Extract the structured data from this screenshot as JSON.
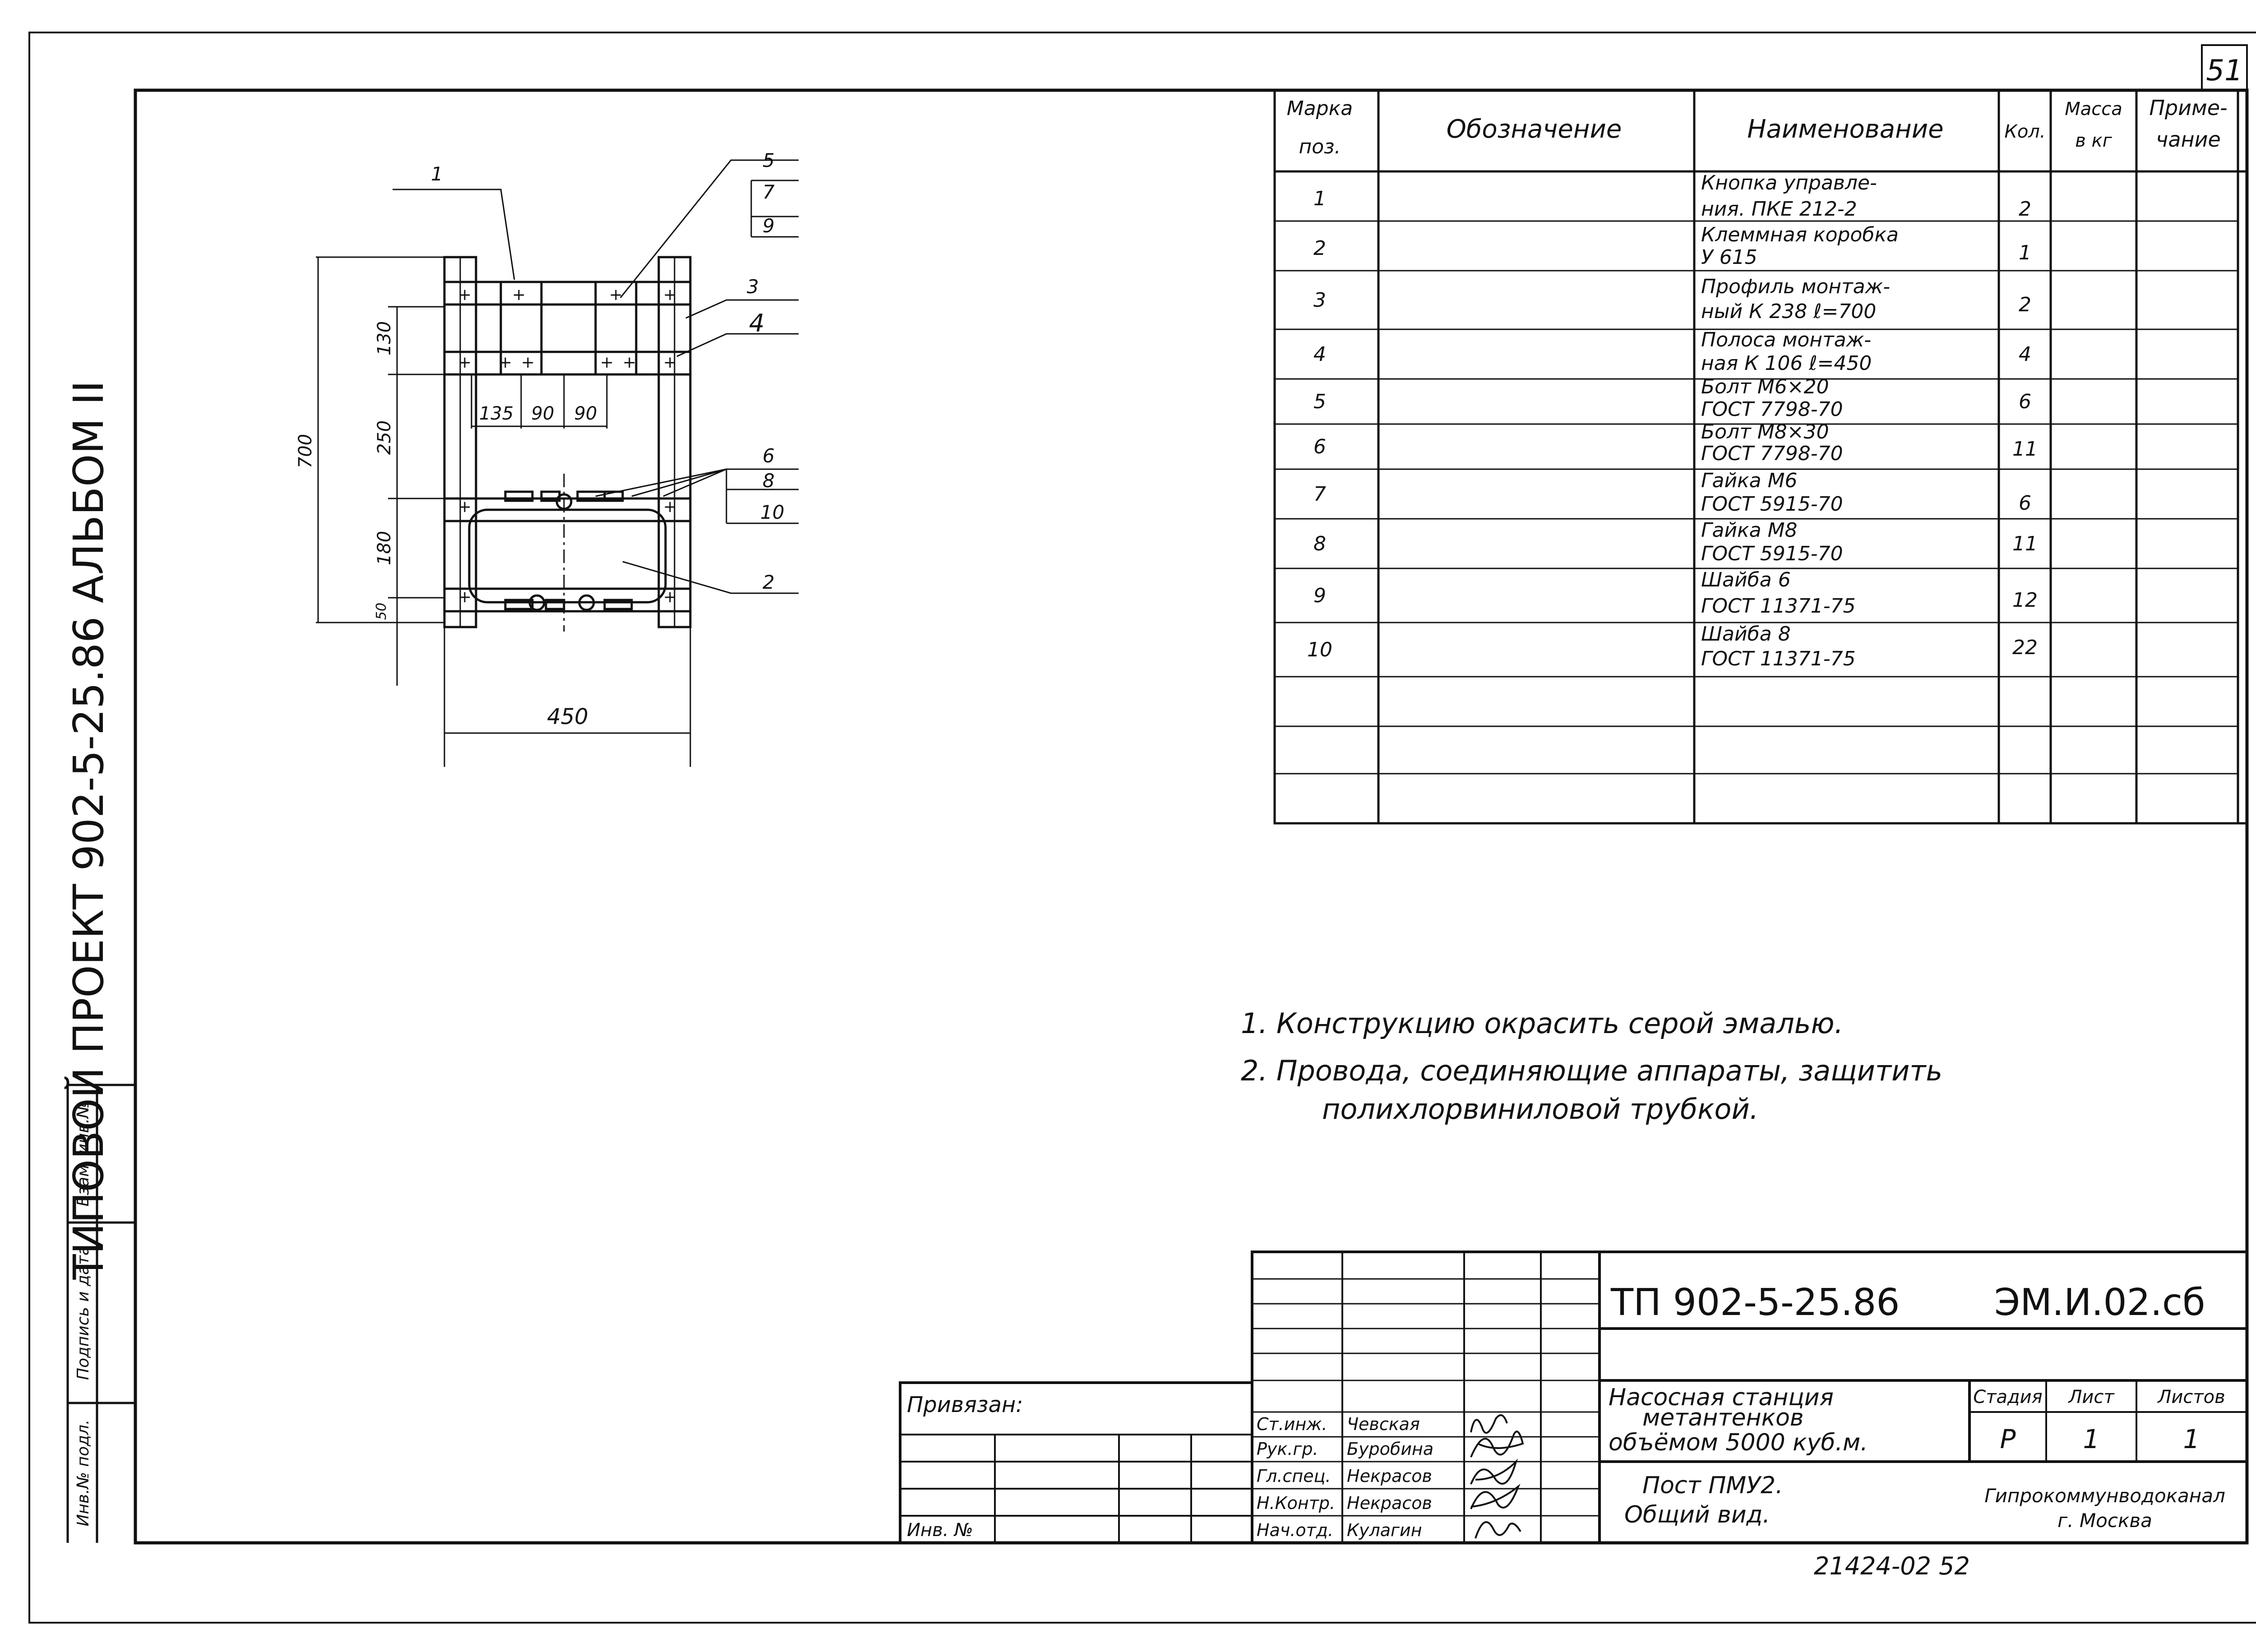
{
  "page_number": "51",
  "side_title": "ТИПОВОЙ ПРОЕКТ 902-5-25.86 АЛЬБОМ II",
  "side_stamp": [
    "Инв.№ подл.",
    "Подпись и дата",
    "Взам. инв.№"
  ],
  "drawing": {
    "callouts": [
      "1",
      "5",
      "7",
      "9",
      "3",
      "4",
      "6",
      "8",
      "10",
      "2"
    ],
    "dims": {
      "height_total": "700",
      "h130": "130",
      "h250": "250",
      "h180": "180",
      "h50": "50",
      "w135": "135",
      "w90a": "90",
      "w90b": "90",
      "width_total": "450"
    }
  },
  "spec_table": {
    "headers": {
      "pos": [
        "Марка",
        "поз."
      ],
      "designation": "Обозначение",
      "name": "Наименование",
      "qty": "Кол.",
      "mass": [
        "Масса",
        "в кг"
      ],
      "note": [
        "Приме-",
        "чание"
      ]
    },
    "rows": [
      {
        "pos": "1",
        "name": [
          "Кнопка управле-",
          "ния. ПКЕ 212-2"
        ],
        "qty": "2"
      },
      {
        "pos": "2",
        "name": [
          "Клеммная коробка",
          "У 615"
        ],
        "qty": "1"
      },
      {
        "pos": "3",
        "name": [
          "Профиль монтаж-",
          "ный К 238 ℓ=700"
        ],
        "qty": "2"
      },
      {
        "pos": "4",
        "name": [
          "Полоса монтаж-",
          "ная К 106 ℓ=450"
        ],
        "qty": "4"
      },
      {
        "pos": "5",
        "name": [
          "Болт М6×20",
          "ГОСТ 7798-70"
        ],
        "qty": "6"
      },
      {
        "pos": "6",
        "name": [
          "Болт М8×30",
          "ГОСТ 7798-70"
        ],
        "qty": "11"
      },
      {
        "pos": "7",
        "name": [
          "Гайка М6",
          "ГОСТ 5915-70"
        ],
        "qty": "6"
      },
      {
        "pos": "8",
        "name": [
          "Гайка М8",
          "ГОСТ 5915-70"
        ],
        "qty": "11"
      },
      {
        "pos": "9",
        "name": [
          "Шайба 6",
          "ГОСТ 11371-75"
        ],
        "qty": "12"
      },
      {
        "pos": "10",
        "name": [
          "Шайба 8",
          "ГОСТ 11371-75"
        ],
        "qty": "22"
      }
    ]
  },
  "notes": [
    "1.  Конструкцию   окрасить   серой   эмалью.",
    "2.  Провода,  соединяющие  аппараты, защитить",
    "полихлорвиниловой   трубкой."
  ],
  "title_block": {
    "code": "ТП 902-5-25.86",
    "sheet_code": "ЭМ.И.02.сб",
    "privyazan": "Привязан:",
    "inv_no": "Инв. №",
    "roles": [
      {
        "role": "Ст.инж.",
        "name": "Чевская"
      },
      {
        "role": "Рук.гр.",
        "name": "Буробина"
      },
      {
        "role": "Гл.спец.",
        "name": "Некрасов"
      },
      {
        "role": "Н.Контр.",
        "name": "Некрасов"
      },
      {
        "role": "Нач.отд.",
        "name": "Кулагин"
      }
    ],
    "object": [
      "Насосная станция",
      "метантенков",
      "объёмом 5000 куб.м."
    ],
    "sheet_title": [
      "Пост ПМУ2.",
      "Общий вид."
    ],
    "stage_label": "Стадия",
    "sheet_label": "Лист",
    "sheets_label": "Листов",
    "stage": "Р",
    "sheet": "1",
    "sheets": "1",
    "org": [
      "Гипрокоммунводоканал",
      "г. Москва"
    ]
  },
  "footer": "21424-02   52"
}
